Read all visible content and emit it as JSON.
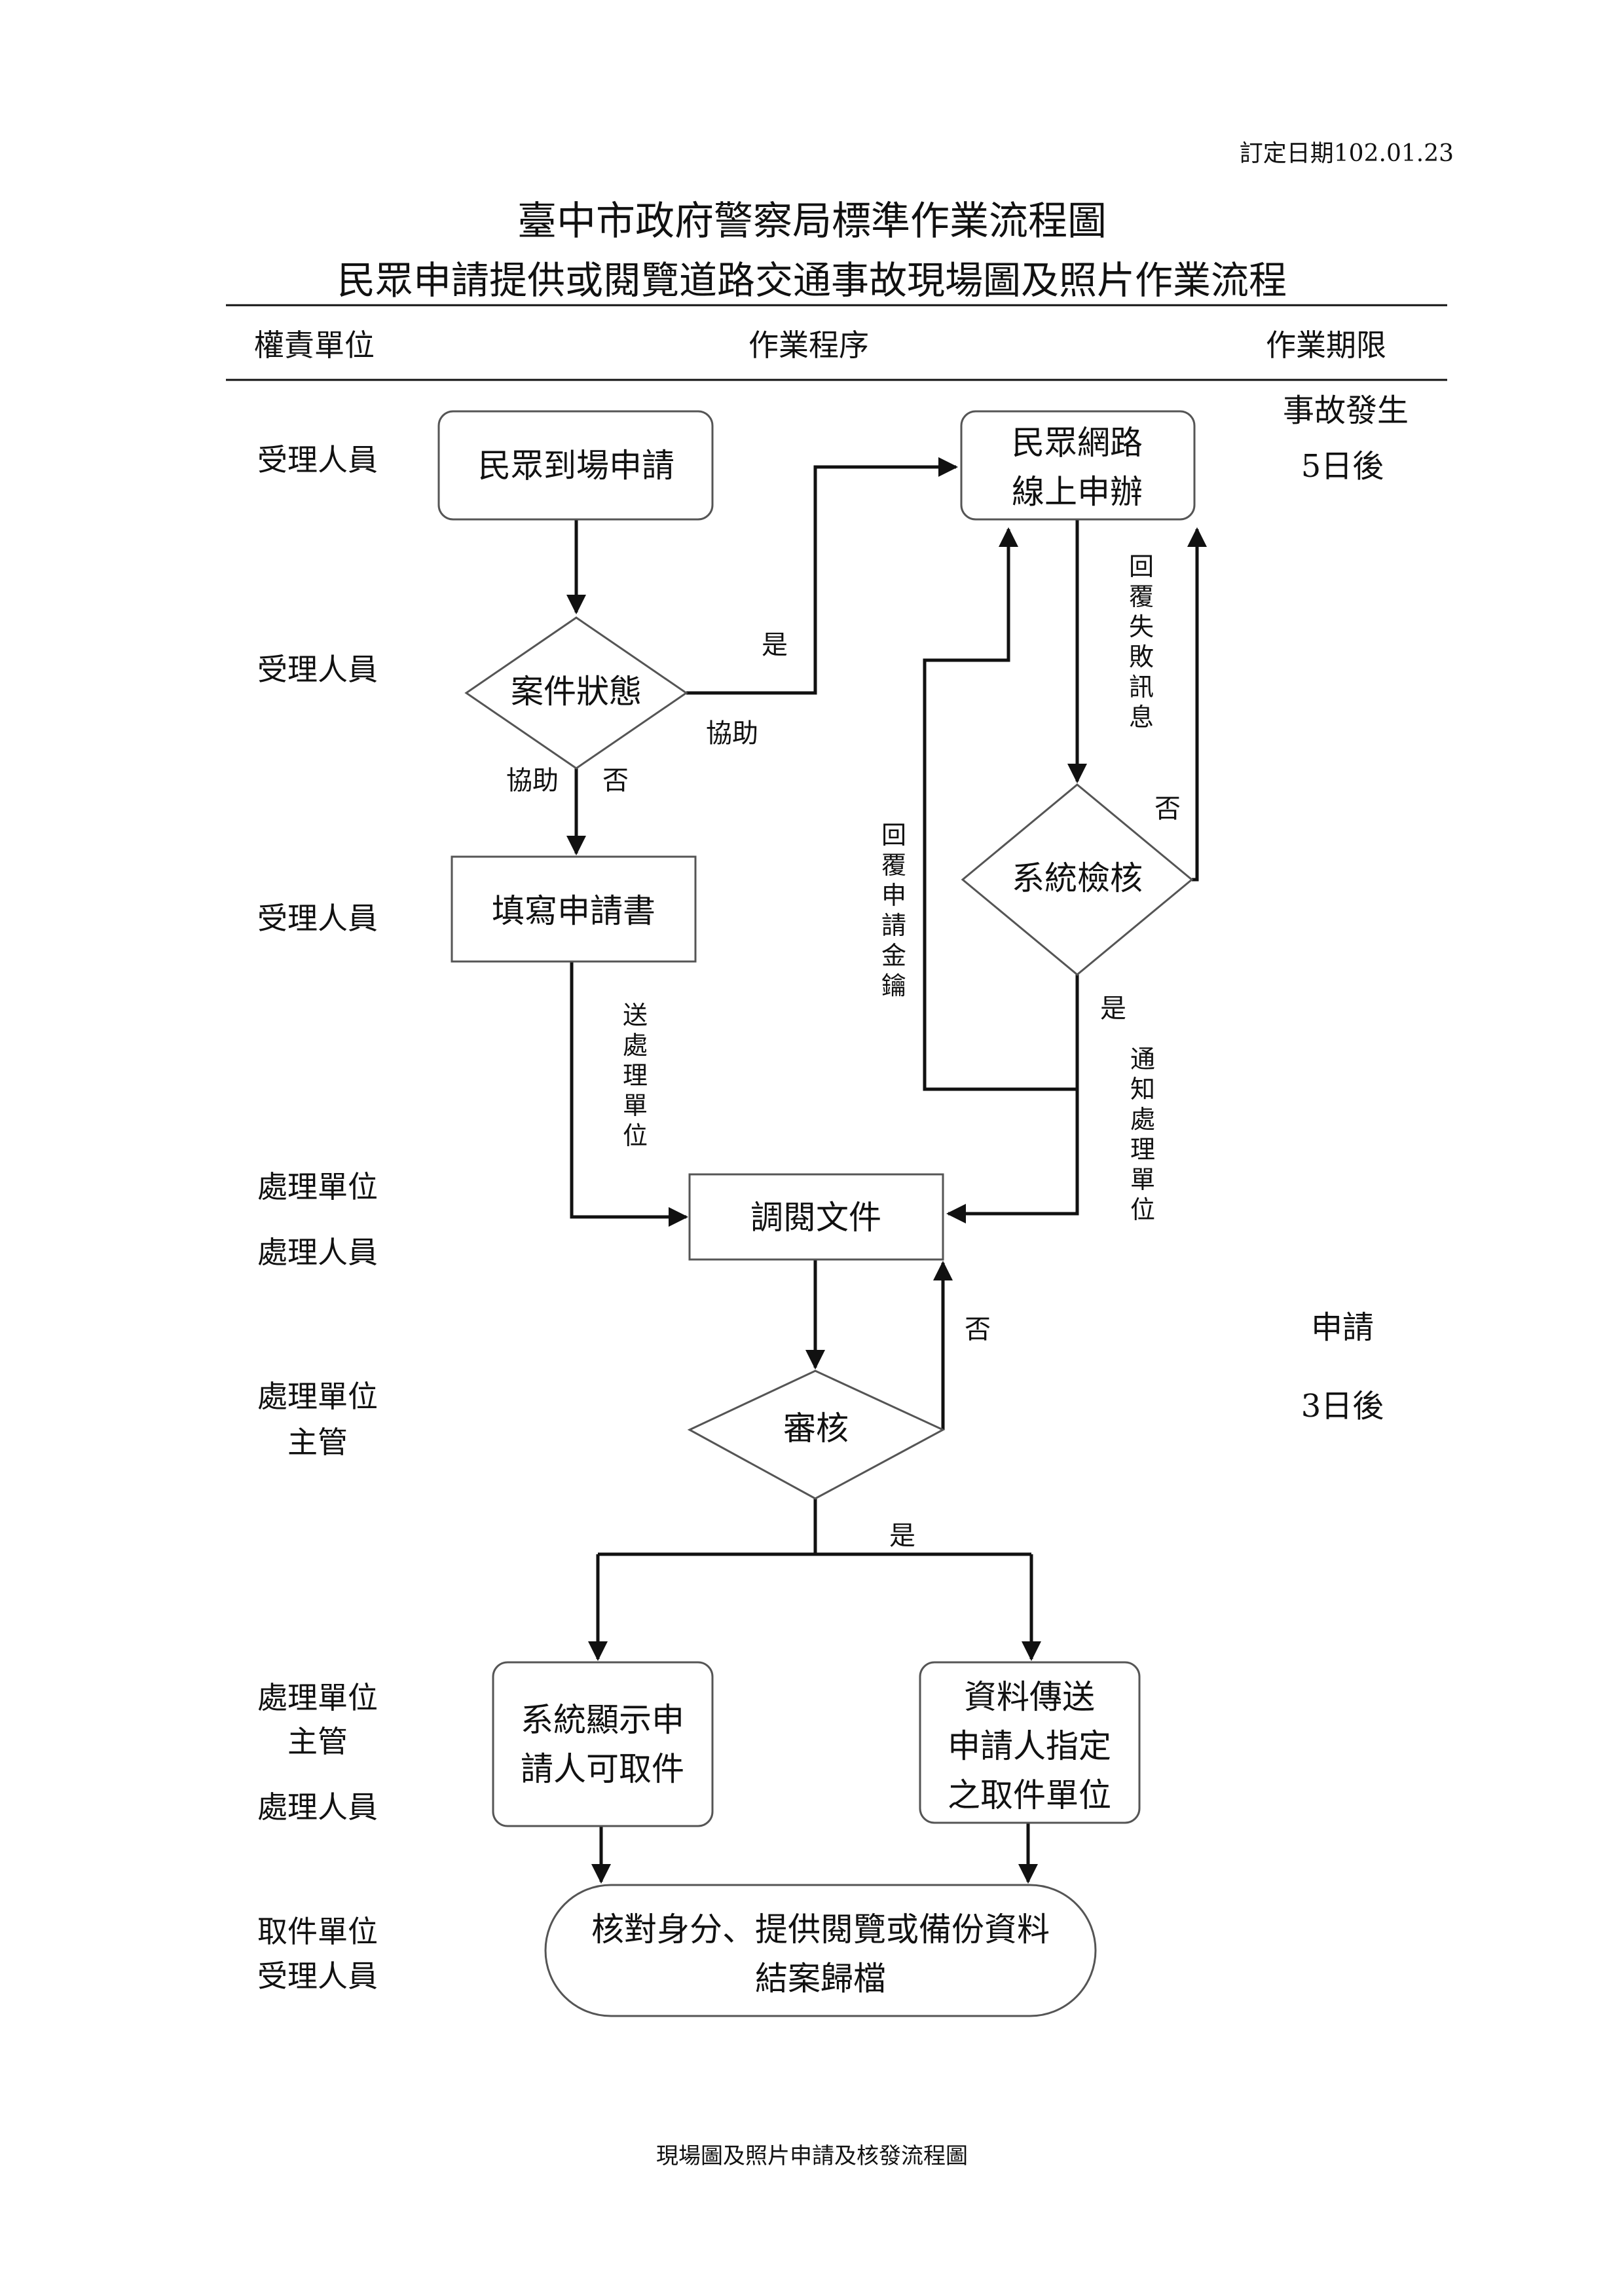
{
  "header": {
    "date_label": "訂定日期102.01.23",
    "title_line1": "臺中市政府警察局標準作業流程圖",
    "title_line2": "民眾申請提供或閱覽道路交通事故現場圖及照片作業流程"
  },
  "columns": {
    "unit": "權責單位",
    "procedure": "作業程序",
    "deadline": "作業期限"
  },
  "roles": [
    "受理人員",
    "受理人員",
    "受理人員",
    "處理單位",
    "處理人員",
    "處理單位",
    "主管",
    "處理單位",
    "主管",
    "處理人員",
    "取件單位",
    "受理人員"
  ],
  "deadlines": [
    "事故發生",
    "5日後",
    "申請",
    "3日後"
  ],
  "nodes": {
    "onsite_apply": "民眾到場申請",
    "case_status": "案件狀態",
    "online_line1": "民眾網路",
    "online_line2": "線上申辦",
    "system_check": "系統檢核",
    "fill_form": "填寫申請書",
    "retrieve_docs": "調閱文件",
    "review": "審核",
    "show_line1": "系統顯示申",
    "show_line2": "請人可取件",
    "transfer_line1": "資料傳送",
    "transfer_line2": "申請人指定",
    "transfer_line3": "之取件單位",
    "final_line1": "核對身分、提供閱覽或備份資料",
    "final_line2": "結案歸檔"
  },
  "edge_labels": {
    "yes_case": "是",
    "assist_case": "協助",
    "assist_no": "協助",
    "no_case": "否",
    "reply_fail": "回覆失敗訊息",
    "no_check": "否",
    "reply_key": "回覆申請金鑰",
    "yes_check": "是",
    "notify_unit": "通知處理單位",
    "send_unit": "送處理單位",
    "no_review": "否",
    "yes_review": "是"
  },
  "footer": {
    "caption": "現場圖及照片申請及核發流程圖"
  }
}
